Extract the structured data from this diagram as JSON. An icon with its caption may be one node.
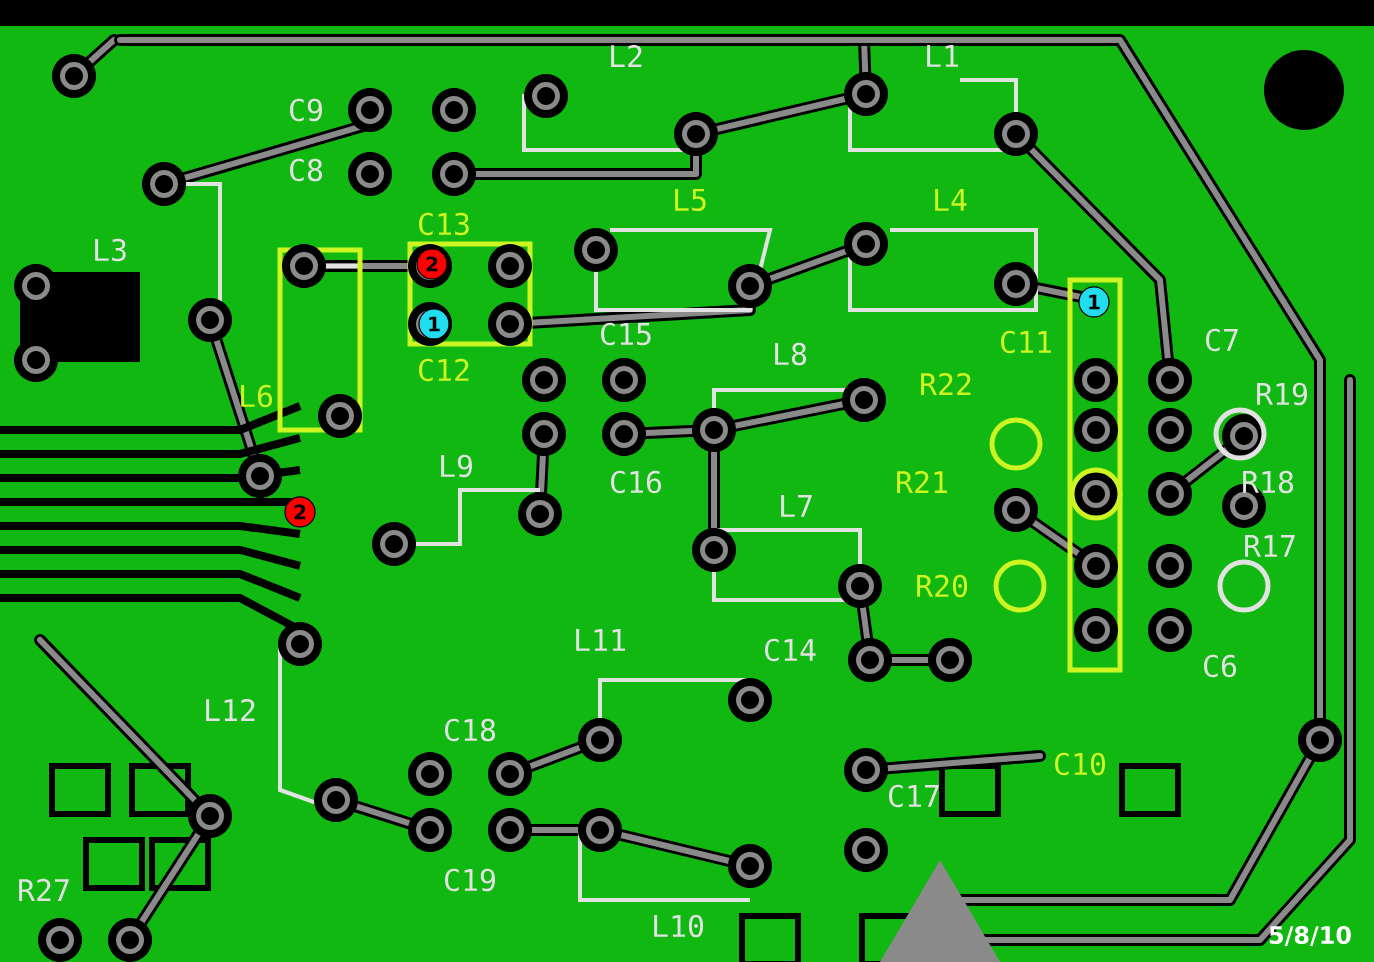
{
  "diagram": {
    "labels": [
      "L2",
      "L1",
      "C9",
      "C8",
      "L3",
      "C13",
      "L5",
      "L4",
      "2",
      "1",
      "C15",
      "C11",
      "1",
      "C7",
      "C12",
      "L8",
      "L6",
      "R22",
      "R19",
      "L9",
      "C16",
      "R21",
      "R18",
      "2",
      "L7",
      "R17",
      "R20",
      "L11",
      "C14",
      "C6",
      "L12",
      "C18",
      "C10",
      "C17",
      "R27",
      "C19",
      "L10",
      "5/8/10"
    ]
  }
}
